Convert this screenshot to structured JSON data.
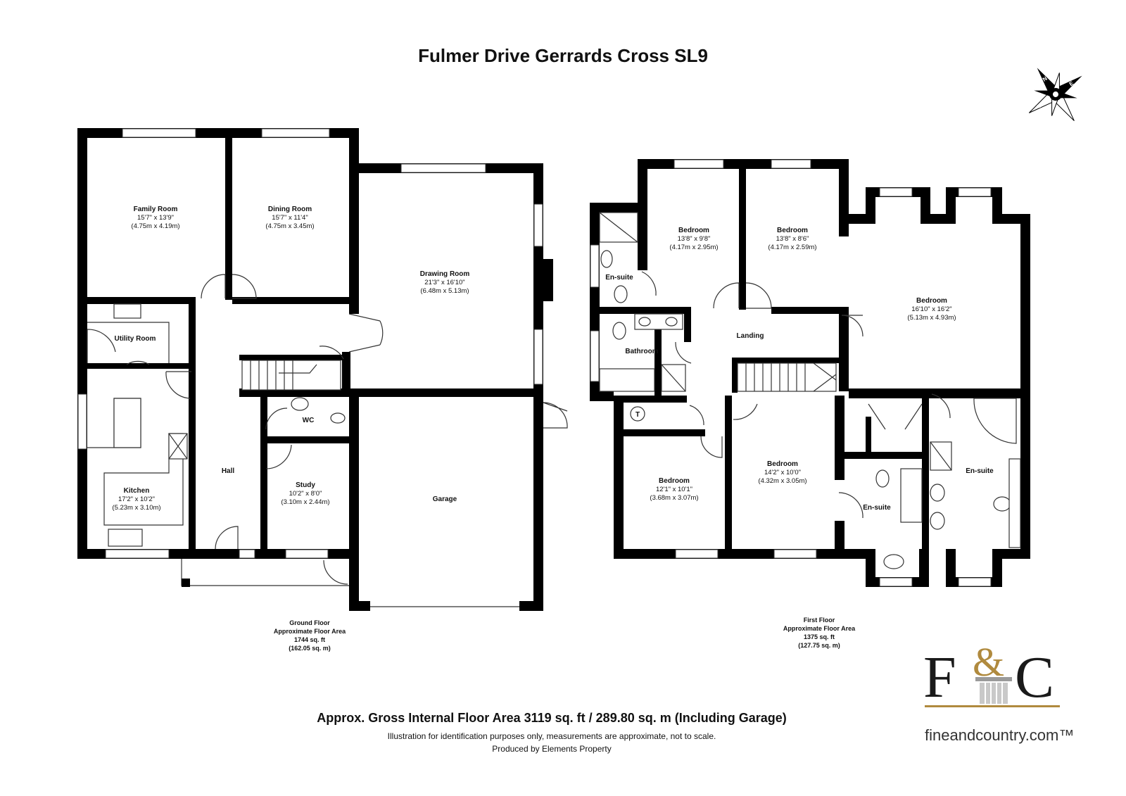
{
  "title": "Fulmer Drive Gerrards Cross SL9",
  "ground_floor": {
    "rooms": [
      {
        "id": "family-room",
        "name": "Family Room",
        "dim_imperial": "15'7\" x 13'9\"",
        "dim_metric": "(4.75m x 4.19m)"
      },
      {
        "id": "dining-room",
        "name": "Dining Room",
        "dim_imperial": "15'7\" x 11'4\"",
        "dim_metric": "(4.75m x 3.45m)"
      },
      {
        "id": "drawing-room",
        "name": "Drawing Room",
        "dim_imperial": "21'3\" x 16'10\"",
        "dim_metric": "(6.48m x 5.13m)"
      },
      {
        "id": "utility-room",
        "name": "Utility Room"
      },
      {
        "id": "wc",
        "name": "WC"
      },
      {
        "id": "hall",
        "name": "Hall"
      },
      {
        "id": "study",
        "name": "Study",
        "dim_imperial": "10'2\" x 8'0\"",
        "dim_metric": "(3.10m x 2.44m)"
      },
      {
        "id": "kitchen",
        "name": "Kitchen",
        "dim_imperial": "17'2\" x 10'2\"",
        "dim_metric": "(5.23m x 3.10m)"
      },
      {
        "id": "garage",
        "name": "Garage"
      }
    ],
    "label": "Ground Floor",
    "area_label": "Approximate Floor Area",
    "area_sqft": "1744 sq. ft",
    "area_sqm": "(162.05 sq. m)"
  },
  "first_floor": {
    "rooms": [
      {
        "id": "bedroom-2",
        "name": "Bedroom",
        "dim_imperial": "13'8\" x 9'8\"",
        "dim_metric": "(4.17m x 2.95m)"
      },
      {
        "id": "bedroom-3",
        "name": "Bedroom",
        "dim_imperial": "13'8\" x 8'6\"",
        "dim_metric": "(4.17m x 2.59m)"
      },
      {
        "id": "bedroom-1",
        "name": "Bedroom",
        "dim_imperial": "16'10\" x 16'2\"",
        "dim_metric": "(5.13m x 4.93m)"
      },
      {
        "id": "ensuite-left",
        "name": "En-suite"
      },
      {
        "id": "bathroom",
        "name": "Bathroom"
      },
      {
        "id": "landing",
        "name": "Landing"
      },
      {
        "id": "cupboard",
        "name": "T"
      },
      {
        "id": "bedroom-4",
        "name": "Bedroom",
        "dim_imperial": "12'1\" x 10'1\"",
        "dim_metric": "(3.68m x 3.07m)"
      },
      {
        "id": "bedroom-5",
        "name": "Bedroom",
        "dim_imperial": "14'2\" x 10'0\"",
        "dim_metric": "(4.32m x 3.05m)"
      },
      {
        "id": "ensuite-mid",
        "name": "En-suite"
      },
      {
        "id": "ensuite-right",
        "name": "En-suite"
      }
    ],
    "label": "First Floor",
    "area_label": "Approximate Floor Area",
    "area_sqft": "1375 sq. ft",
    "area_sqm": "(127.75 sq. m)"
  },
  "total_area": "Approx. Gross Internal Floor Area 3119 sq. ft / 289.80 sq. m (Including Garage)",
  "disclaimer": "Illustration for identification purposes only, measurements are approximate, not to scale.",
  "producer": "Produced by Elements Property",
  "compass": {
    "n": "N",
    "e": "E",
    "s": "S",
    "w": "W"
  },
  "logo": {
    "left": "F",
    "amp": "&",
    "right": "C",
    "url": "fineandcountry.com™"
  },
  "colors": {
    "wall": "#000000",
    "logo_gold": "#b08a3e"
  }
}
